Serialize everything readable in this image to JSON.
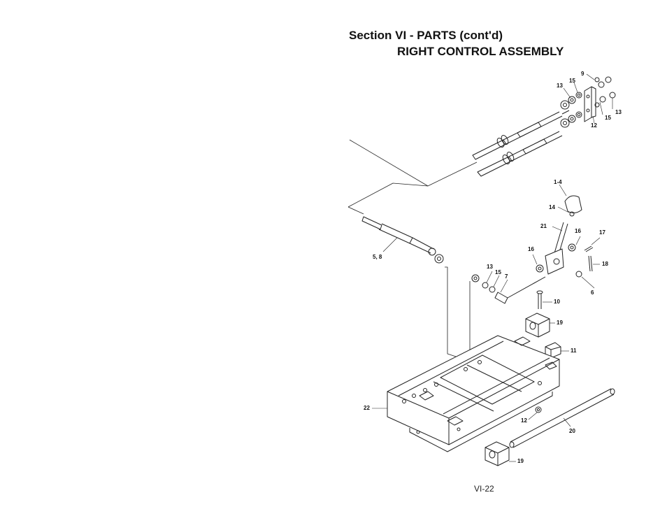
{
  "header": {
    "section_title": "Section VI - PARTS (cont'd)",
    "assembly_title": "RIGHT CONTROL ASSEMBLY"
  },
  "footer": {
    "page_number": "VI-22"
  },
  "callouts": [
    {
      "id": "c9",
      "text": "9"
    },
    {
      "id": "c15a",
      "text": "15"
    },
    {
      "id": "c13a",
      "text": "13"
    },
    {
      "id": "c13b",
      "text": "13"
    },
    {
      "id": "c15b",
      "text": "15"
    },
    {
      "id": "c12a",
      "text": "12"
    },
    {
      "id": "c1-4",
      "text": "1-4"
    },
    {
      "id": "c14",
      "text": "14"
    },
    {
      "id": "c21",
      "text": "21"
    },
    {
      "id": "c16a",
      "text": "16"
    },
    {
      "id": "c17",
      "text": "17"
    },
    {
      "id": "c16b",
      "text": "16"
    },
    {
      "id": "c18",
      "text": "18"
    },
    {
      "id": "c5-8",
      "text": "5, 8"
    },
    {
      "id": "c13c",
      "text": "13"
    },
    {
      "id": "c15c",
      "text": "15"
    },
    {
      "id": "c7",
      "text": "7"
    },
    {
      "id": "c6",
      "text": "6"
    },
    {
      "id": "c10",
      "text": "10"
    },
    {
      "id": "c19a",
      "text": "19"
    },
    {
      "id": "c11",
      "text": "11"
    },
    {
      "id": "c22",
      "text": "22"
    },
    {
      "id": "c12b",
      "text": "12"
    },
    {
      "id": "c20",
      "text": "20"
    },
    {
      "id": "c19b",
      "text": "19"
    }
  ]
}
